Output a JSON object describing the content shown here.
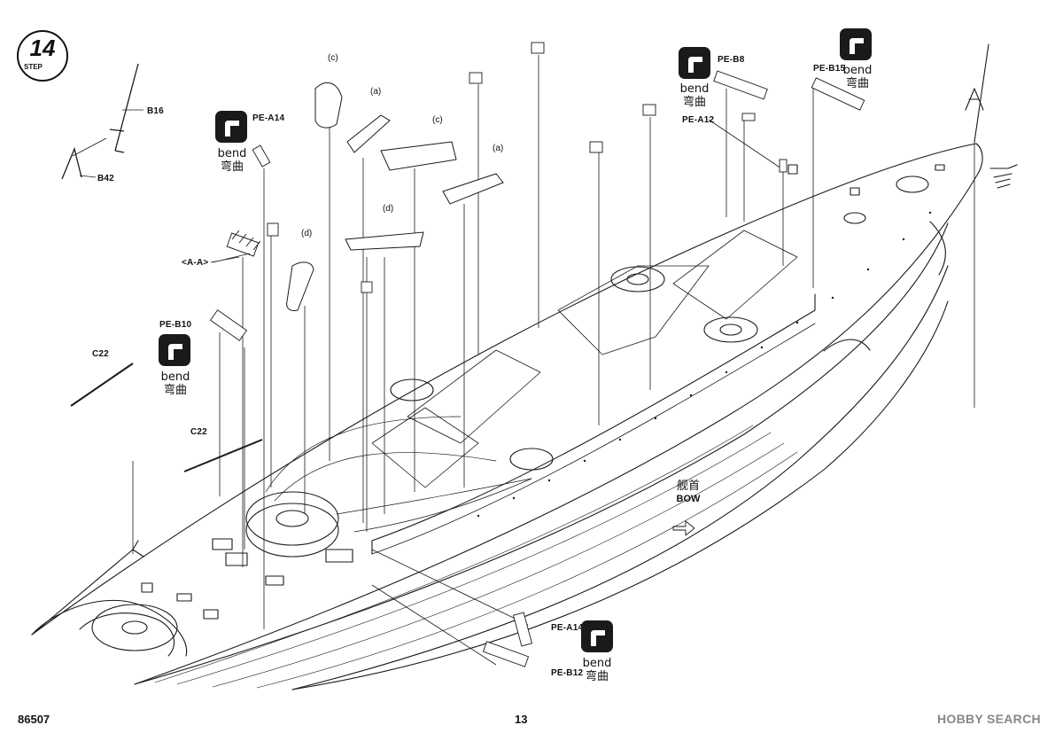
{
  "step": {
    "number": "14",
    "word": "STEP"
  },
  "labels": {
    "b16": "B16",
    "b42": "B42",
    "pe_a14_top": "PE-A14",
    "a_a": "<A-A>",
    "pe_b10": "PE-B10",
    "c22_left": "C22",
    "c22_mid": "C22",
    "pe_b8": "PE-B8",
    "pe_a12": "PE-A12",
    "pe_b15": "PE-B15",
    "pe_a14_bottom": "PE-A14",
    "pe_b12": "PE-B12"
  },
  "boat_variants": {
    "c_top": "(c)",
    "a_top": "(a)",
    "c_mid": "(c)",
    "a_right": "(a)",
    "d_mid": "(d)",
    "d_left": "(d)"
  },
  "bend_notes": {
    "en": "bend",
    "zh": "弯曲"
  },
  "bow": {
    "zh": "舰首",
    "en": "BOW"
  },
  "footer": {
    "kit_number": "86507",
    "page_number": "13",
    "watermark": "HOBBY SEARCH"
  },
  "icons": [
    "bend-icon",
    "step-badge-icon",
    "arrow-left-icon"
  ]
}
